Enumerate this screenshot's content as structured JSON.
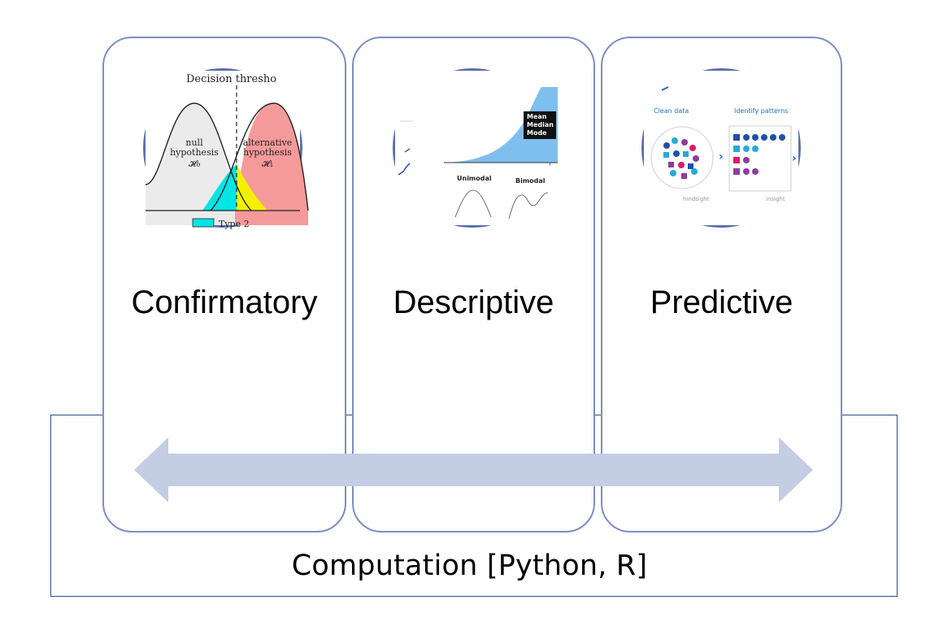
{
  "cards": [
    {
      "title": "Confirmatory",
      "thumbnail": {
        "top_text": "Decision thresho",
        "null_lines": [
          "null",
          "hypothesis",
          "𝓗₀"
        ],
        "alt_lines": [
          "alternative",
          "hypothesis",
          "𝓗₁"
        ],
        "legend_text": "Type 2",
        "colors": {
          "null_fill": "#ecebeb",
          "alt_fill": "#f59a9a",
          "type2": "#00e5e5",
          "type1": "#f5f000"
        }
      }
    },
    {
      "title": "Descriptive",
      "thumbnail": {
        "box_lines": [
          "Mean",
          "Median",
          "Mode"
        ],
        "label_left": "Unimodal",
        "label_right": "Bimodal",
        "colors": {
          "area": "#7fbff0",
          "box": "#111111"
        }
      }
    },
    {
      "title": "Predictive",
      "thumbnail": {
        "step1": "Clean data",
        "step2": "Identify patterns",
        "caption1": "hindsight",
        "caption2": "insight",
        "colors": {
          "link": "#1d6fc4",
          "blue": "#1f4fa8",
          "cyan": "#25a9d8",
          "purple": "#8b3d9e",
          "pink": "#e0196b"
        }
      }
    }
  ],
  "footer": {
    "label": "Computation [Python, R]"
  },
  "colors": {
    "card_border": "#7c8ec4",
    "box_border": "#2f4f8a",
    "arrow": "#c3cde4"
  }
}
